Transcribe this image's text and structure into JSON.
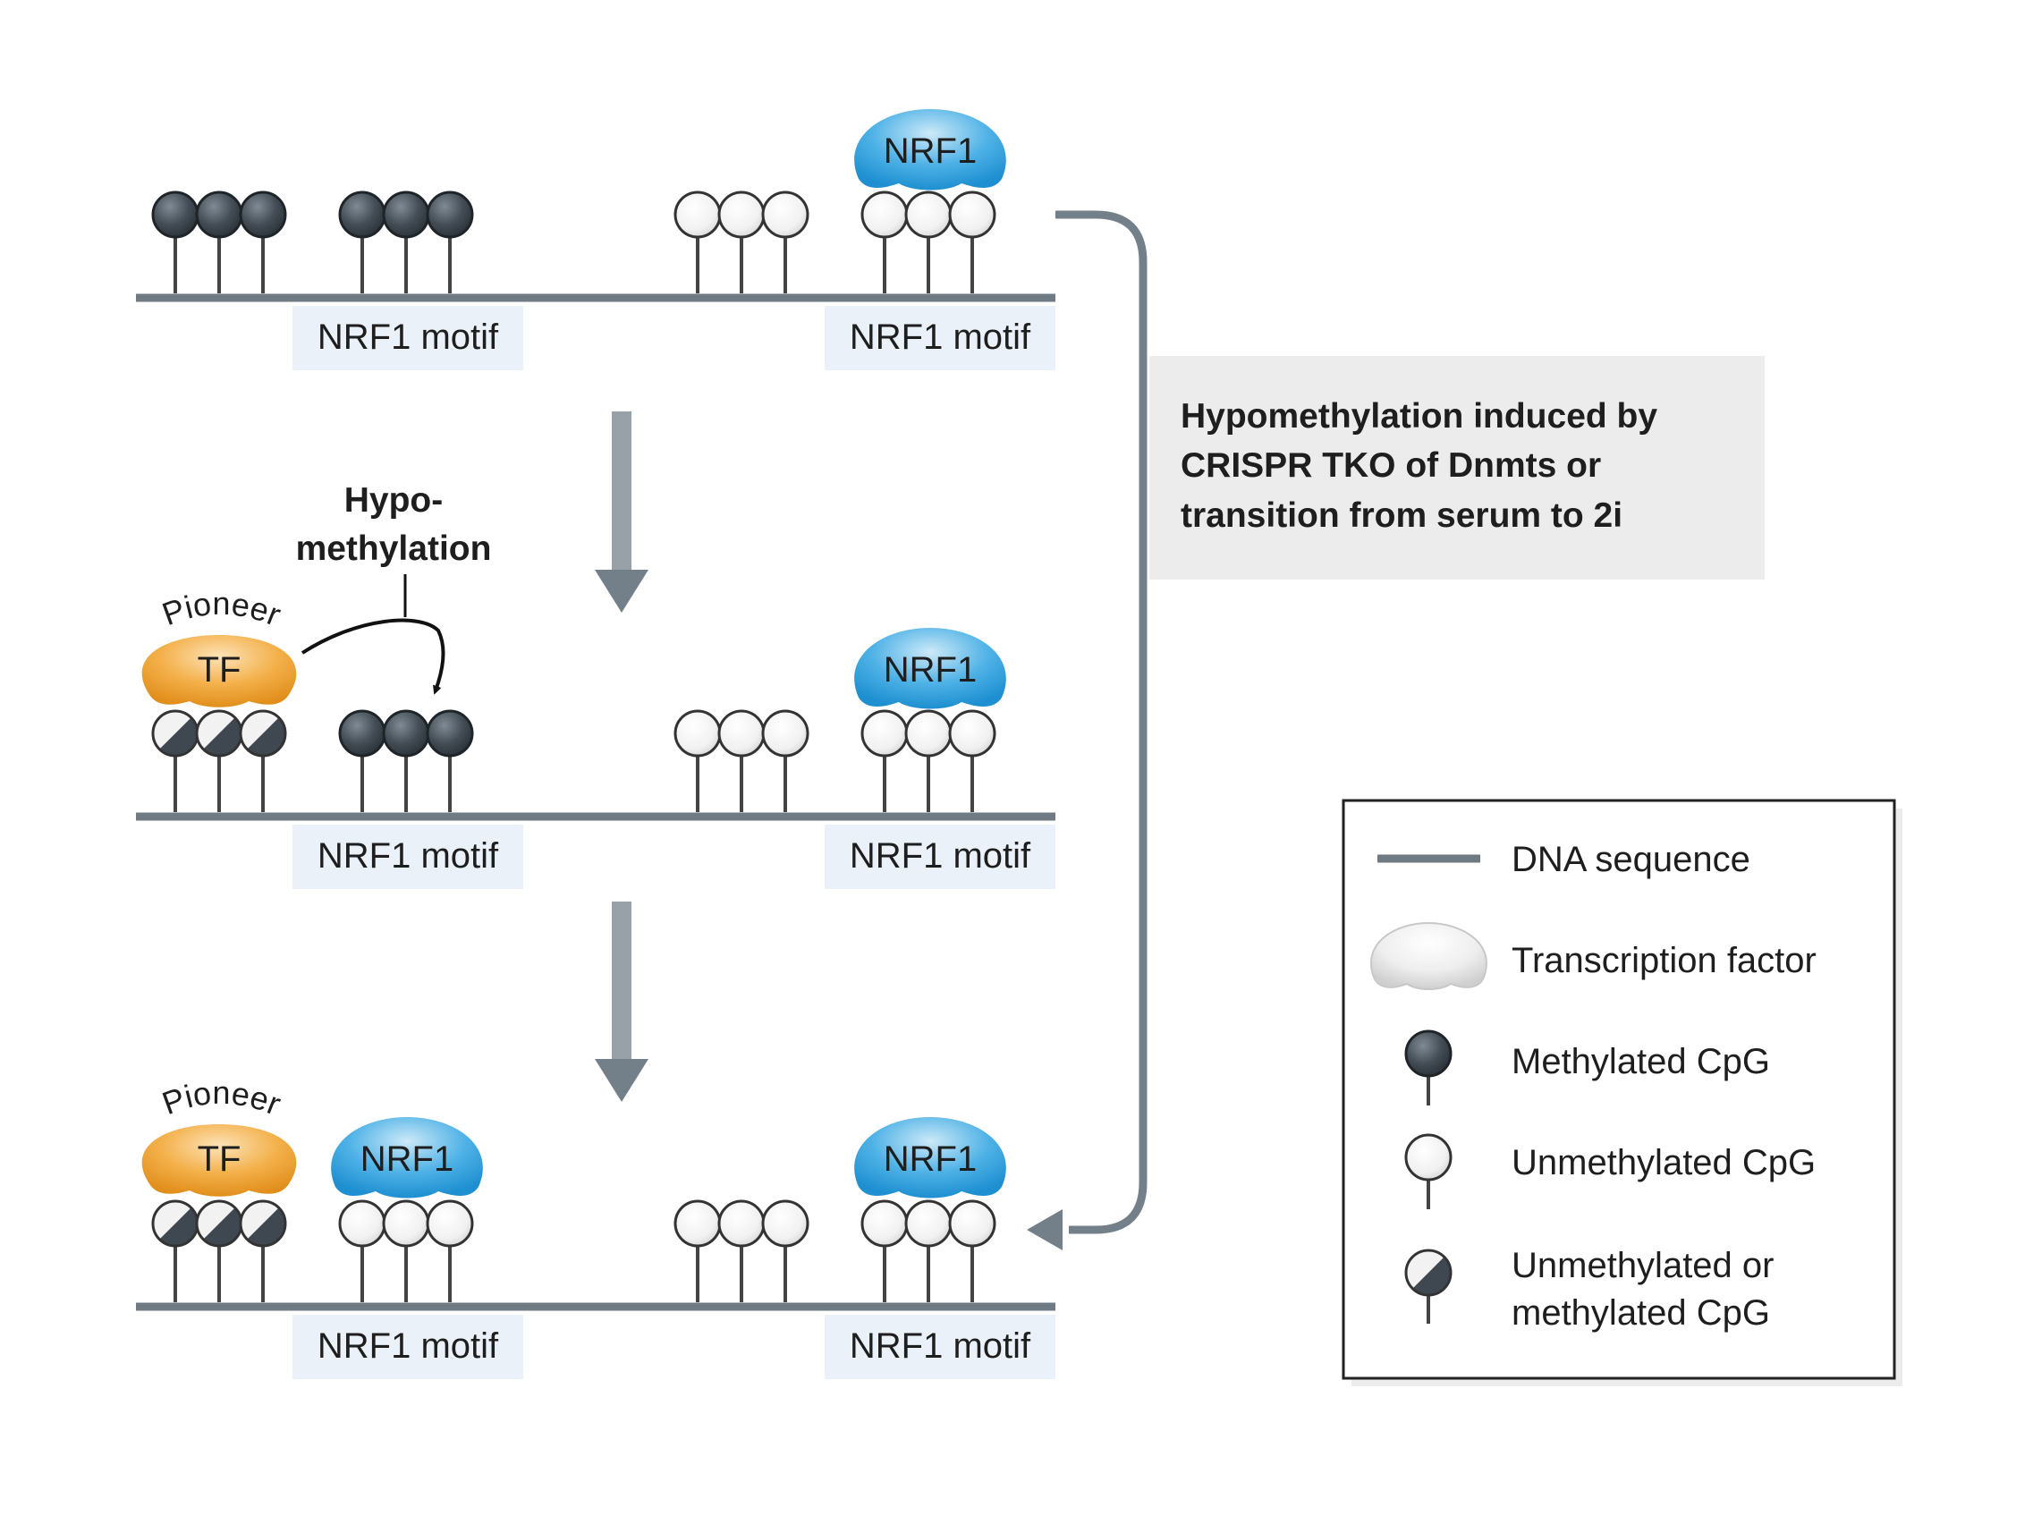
{
  "colors": {
    "dna": "#6f7a83",
    "motif_box": "#eaf1f8",
    "methylated": "#3f4850",
    "unmethylated": "#f2f2f2",
    "nrf1": "#3aa6e0",
    "pioneer_tf": "#f1a93a",
    "arrow": "#748089",
    "note_box": "#ececec"
  },
  "panels": {
    "top": {
      "motif_left": "NRF1 motif",
      "motif_right": "NRF1 motif",
      "nrf1_right": "NRF1"
    },
    "middle": {
      "pioneer_label": "Pioneer",
      "tf_label": "TF",
      "hypo_line1": "Hypo-",
      "hypo_line2": "methylation",
      "motif_left": "NRF1 motif",
      "motif_right": "NRF1 motif",
      "nrf1_right": "NRF1"
    },
    "bottom": {
      "pioneer_label": "Pioneer",
      "tf_label": "TF",
      "nrf1_left": "NRF1",
      "nrf1_right": "NRF1",
      "motif_left": "NRF1 motif",
      "motif_right": "NRF1 motif"
    }
  },
  "side_note": {
    "line1": "Hypomethylation induced by",
    "line2": "CRISPR TKO of Dnmts or",
    "line3": "transition from serum to 2i"
  },
  "legend": {
    "dna": "DNA sequence",
    "tf": "Transcription factor",
    "methylated": "Methylated CpG",
    "unmethylated": "Unmethylated CpG",
    "either_line1": "Unmethylated or",
    "either_line2": "methylated CpG"
  }
}
